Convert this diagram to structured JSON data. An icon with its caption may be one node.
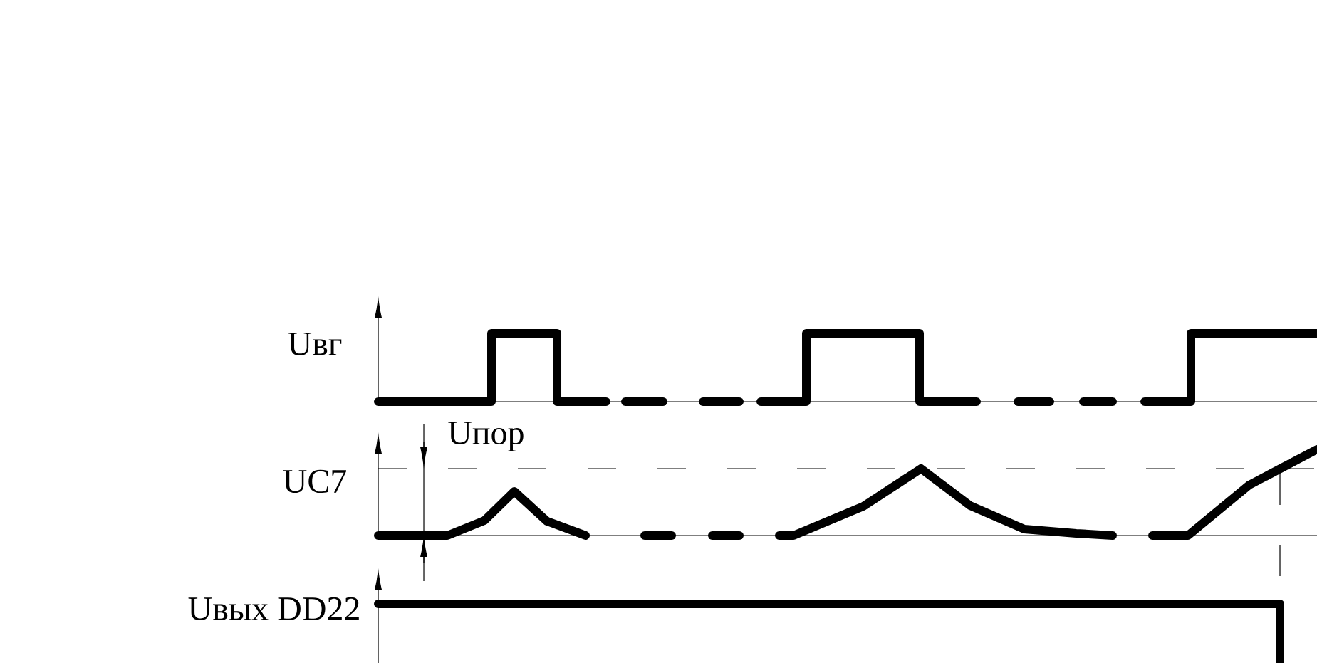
{
  "diagram": {
    "labels": [
      "Uвг",
      "Uпор",
      "UC7",
      "Uвых DD22"
    ]
  }
}
